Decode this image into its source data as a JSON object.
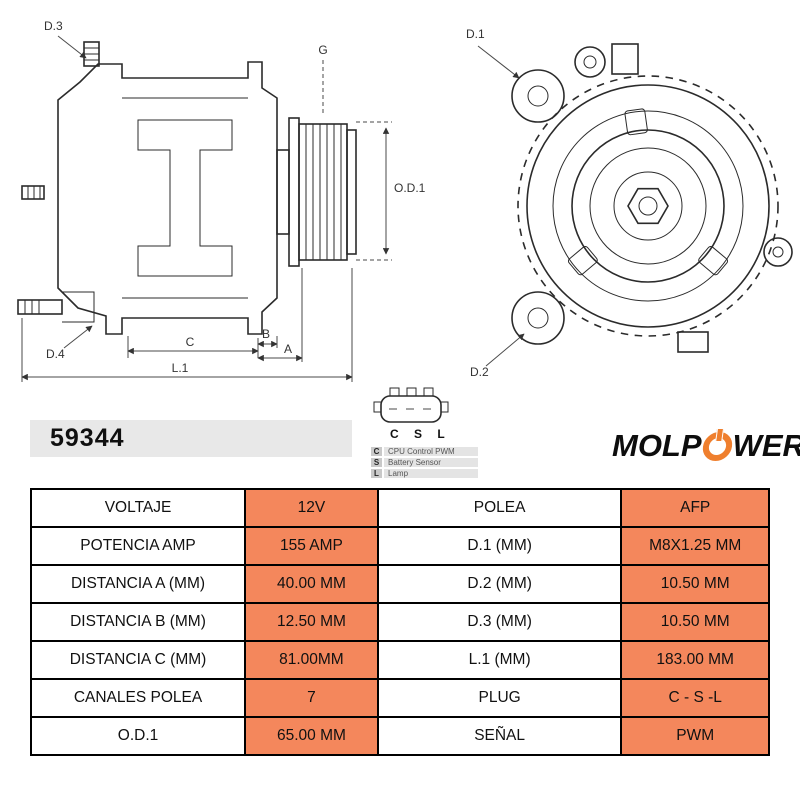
{
  "part_number": "59344",
  "brand": {
    "name": "MOLPOWER",
    "display_before_icon": "MOLP",
    "display_after_icon": "WER"
  },
  "colors": {
    "accent_orange": "#F4875C",
    "logo_orange": "#EF7F2E",
    "part_box_gray": "#E8E8E8",
    "table_border": "#000000"
  },
  "diagram": {
    "side_view": {
      "labels": {
        "d3": "D.3",
        "d4": "D.4",
        "g": "G",
        "od1": "O.D.1",
        "c": "C",
        "b": "B",
        "a": "A",
        "l1": "L.1"
      }
    },
    "front_view": {
      "labels": {
        "d1": "D.1",
        "d2": "D.2"
      }
    },
    "connector": {
      "pins_display": "C S L",
      "legend": [
        {
          "pin": "C",
          "desc": "CPU Control PWM"
        },
        {
          "pin": "S",
          "desc": "Battery Sensor"
        },
        {
          "pin": "L",
          "desc": "Lamp"
        }
      ]
    }
  },
  "table": {
    "rows": [
      [
        "VOLTAJE",
        "12V",
        "POLEA",
        "AFP"
      ],
      [
        "POTENCIA AMP",
        "155 AMP",
        "D.1 (MM)",
        "M8X1.25 MM"
      ],
      [
        "DISTANCIA A (MM)",
        "40.00 MM",
        "D.2 (MM)",
        "10.50 MM"
      ],
      [
        "DISTANCIA B (MM)",
        "12.50 MM",
        "D.3 (MM)",
        "10.50 MM"
      ],
      [
        "DISTANCIA C (MM)",
        "81.00MM",
        "L.1 (MM)",
        "183.00 MM"
      ],
      [
        "CANALES POLEA",
        "7",
        "PLUG",
        "C - S -L"
      ],
      [
        "O.D.1",
        "65.00 MM",
        "SEÑAL",
        "PWM"
      ]
    ]
  }
}
